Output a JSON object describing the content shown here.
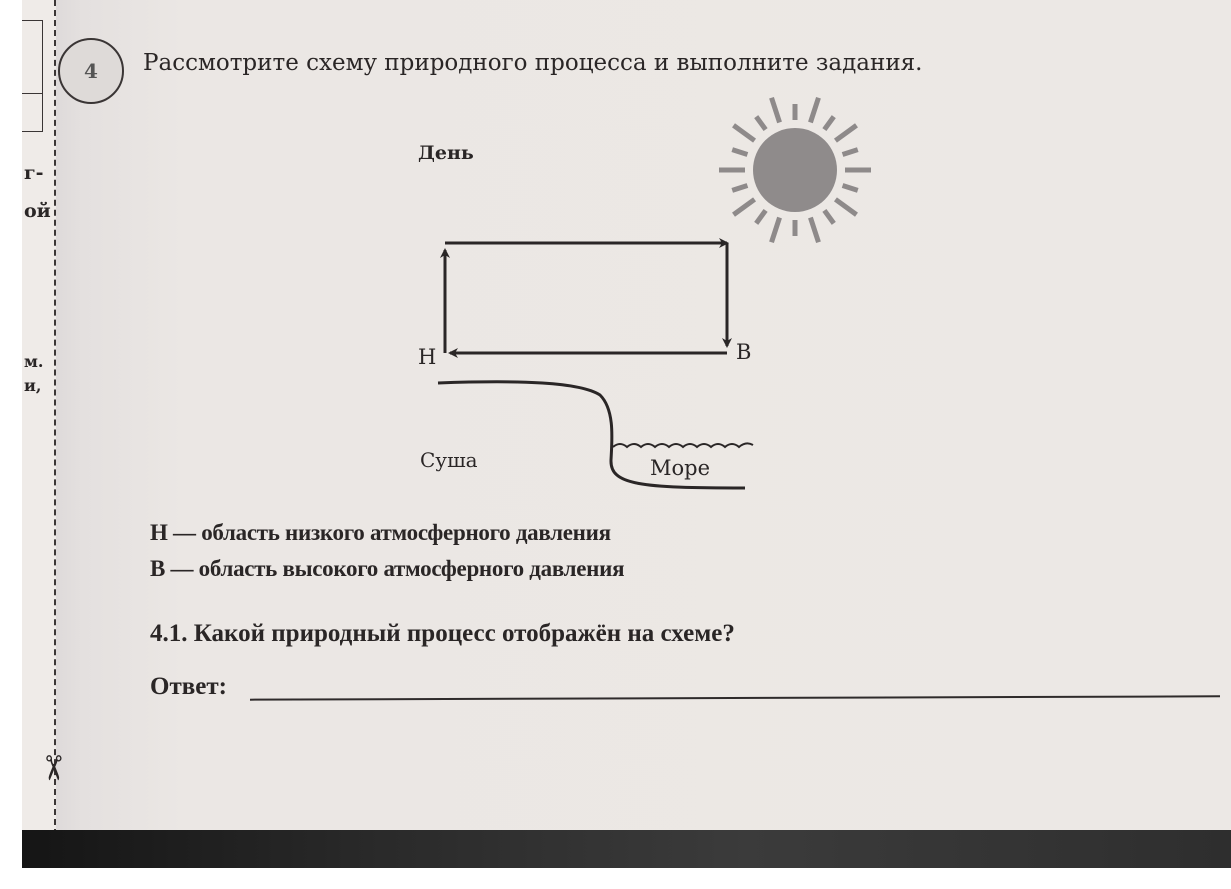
{
  "task_number": "4",
  "title": "Рассмотрите схему природного процесса и выполните задания.",
  "margin_fragments": [
    "г-",
    "ой",
    "м.",
    "и,"
  ],
  "diagram": {
    "time_label": "День",
    "low_label": "Н",
    "high_label": "В",
    "land_label": "Суша",
    "sea_label": "Море",
    "icons": [
      "sun-icon",
      "arrow-icon"
    ]
  },
  "legend": [
    "Н — область низкого атмосферного давления",
    "В — область высокого атмосферного давления"
  ],
  "question": "4.1. Какой природный процесс отображён на схеме?",
  "answer_label": "Ответ:",
  "answer_value": ""
}
